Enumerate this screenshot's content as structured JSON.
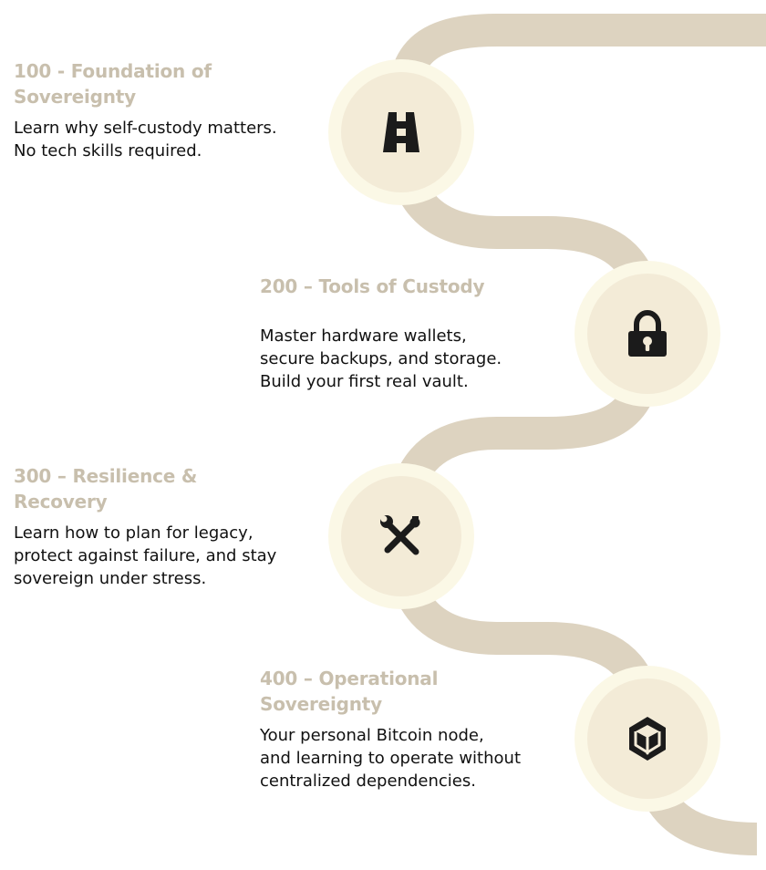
{
  "colors": {
    "path": "#ddd3c0",
    "node_outer": "#fbf8e6",
    "node_inner": "#f3ebd7",
    "title": "#c8bfad",
    "text": "#111111",
    "icon": "#1b1b1b"
  },
  "steps": [
    {
      "title": "100 - Foundation of\nSovereignty",
      "description": "Learn why self-custody matters.\nNo tech skills required.",
      "icon": "road-icon"
    },
    {
      "title": "200 – Tools of Custody",
      "description": "Master hardware wallets,\nsecure backups, and storage.\nBuild your first real vault.",
      "icon": "padlock-icon"
    },
    {
      "title": "300 – Resilience &\nRecovery",
      "description": "Learn how to plan for legacy,\nprotect against failure, and stay\nsovereign under stress.",
      "icon": "tools-icon"
    },
    {
      "title": "400 – Operational\nSovereignty",
      "description": "Your personal Bitcoin node,\nand learning to operate without\ncentralized dependencies.",
      "icon": "cube-icon"
    }
  ]
}
